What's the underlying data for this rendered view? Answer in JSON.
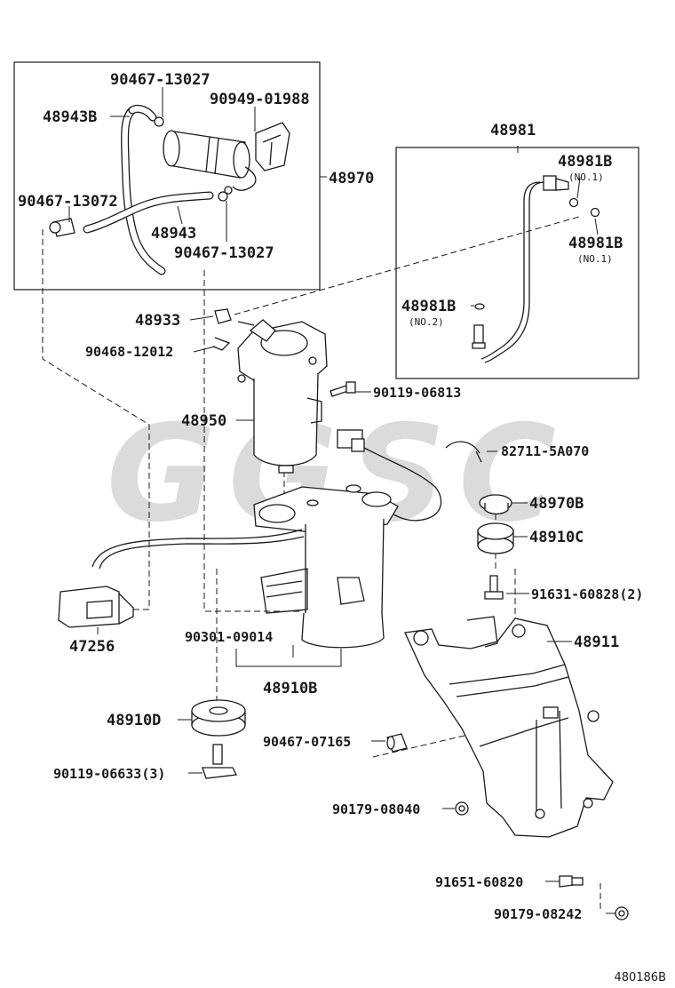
{
  "watermark": "GGSC",
  "footer_code": "480186B",
  "note_no1": "(NO.1)",
  "note_no2": "(NO.2)",
  "parts": {
    "p90467_13027_top": "90467-13027",
    "p90949_01988": "90949-01988",
    "p48943B": "48943B",
    "p48970": "48970",
    "p90467_13072": "90467-13072",
    "p48943": "48943",
    "p90467_13027_bot": "90467-13027",
    "p48981": "48981",
    "p48981B_a": "48981B",
    "p48981B_b": "48981B",
    "p48981B_c": "48981B",
    "p48933": "48933",
    "p90468_12012": "90468-12012",
    "p90119_06813": "90119-06813",
    "p48950": "48950",
    "p82711_5A070": "82711-5A070",
    "p48970B": "48970B",
    "p48910C": "48910C",
    "p91631_60828": "91631-60828(2)",
    "p48911": "48911",
    "p47256": "47256",
    "p90301_09014": "90301-09014",
    "p48910B": "48910B",
    "p48910D": "48910D",
    "p90467_07165": "90467-07165",
    "p90119_06633": "90119-06633(3)",
    "p90179_08040": "90179-08040",
    "p91651_60820": "91651-60820",
    "p90179_08242": "90179-08242"
  }
}
